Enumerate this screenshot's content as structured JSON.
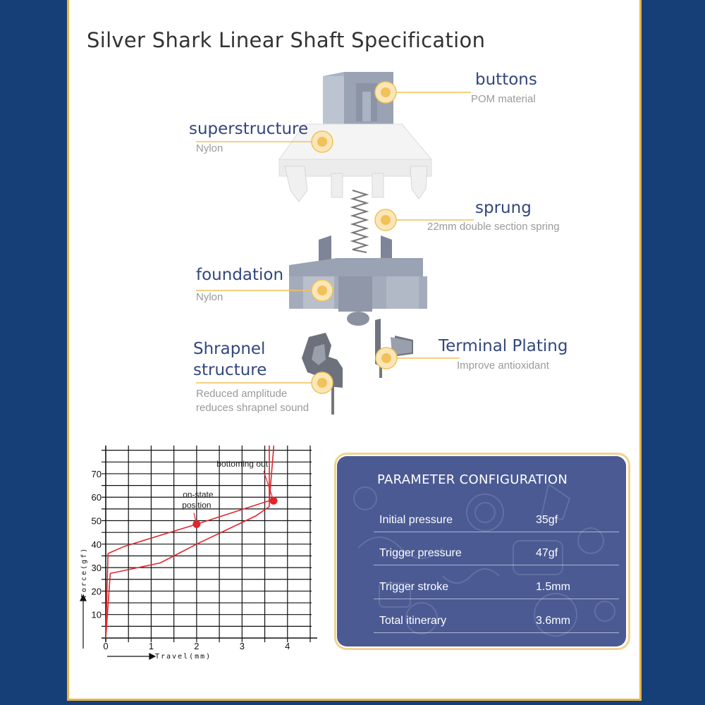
{
  "title": "Silver Shark Linear Shaft Specification",
  "components": {
    "buttons": {
      "name": "buttons",
      "desc": "POM material"
    },
    "superstructure": {
      "name": "superstructure",
      "desc": "Nylon"
    },
    "sprung": {
      "name": "sprung",
      "desc": "22mm double section spring"
    },
    "foundation": {
      "name": "foundation",
      "desc": "Nylon"
    },
    "shrapnel": {
      "name_line1": "Shrapnel",
      "name_line2": "structure",
      "desc_line1": "Reduced amplitude",
      "desc_line2": "reduces shrapnel sound"
    },
    "terminal": {
      "name": "Terminal Plating",
      "desc": "Improve antioxidant"
    }
  },
  "chart_data": {
    "type": "line",
    "xlabel": "Travel(mm)",
    "ylabel": "Force(gf)",
    "xticks": [
      "0",
      "1",
      "2",
      "3",
      "4"
    ],
    "yticks": [
      "10",
      "20",
      "30",
      "40",
      "50",
      "60",
      "70"
    ],
    "xlim": [
      0,
      4.5
    ],
    "ylim": [
      0,
      82
    ],
    "grid": true,
    "series": [
      {
        "values": [
          [
            0,
            0
          ],
          [
            0.1,
            27.5
          ],
          [
            1.2,
            32
          ],
          [
            2.0,
            40
          ],
          [
            3.3,
            52
          ],
          [
            3.6,
            56
          ],
          [
            3.6,
            82
          ]
        ]
      },
      {
        "values": [
          [
            0,
            0
          ],
          [
            0.05,
            36
          ],
          [
            0.4,
            39
          ],
          [
            2.0,
            48.5
          ],
          [
            3.6,
            58.5
          ],
          [
            3.7,
            82
          ]
        ]
      }
    ],
    "annotations": [
      {
        "text_line1": "on-state",
        "text_line2": "position",
        "x": 2.0,
        "y": 48.5
      },
      {
        "text": "bottoming out",
        "x": 3.6,
        "y": 58.5
      }
    ]
  },
  "parameters": {
    "title": "PARAMETER CONFIGURATION",
    "rows": [
      {
        "label": "Initial pressure",
        "value": "35gf"
      },
      {
        "label": "Trigger pressure",
        "value": "47gf"
      },
      {
        "label": "Trigger stroke",
        "value": "1.5mm"
      },
      {
        "label": "Total itinerary",
        "value": "3.6mm"
      }
    ]
  },
  "colors": {
    "frame": "#173f77",
    "border": "#e6b54a",
    "label": "#33477d",
    "accent": "#f1c15a",
    "curve": "#e0262c",
    "card": "#4b5a93"
  }
}
